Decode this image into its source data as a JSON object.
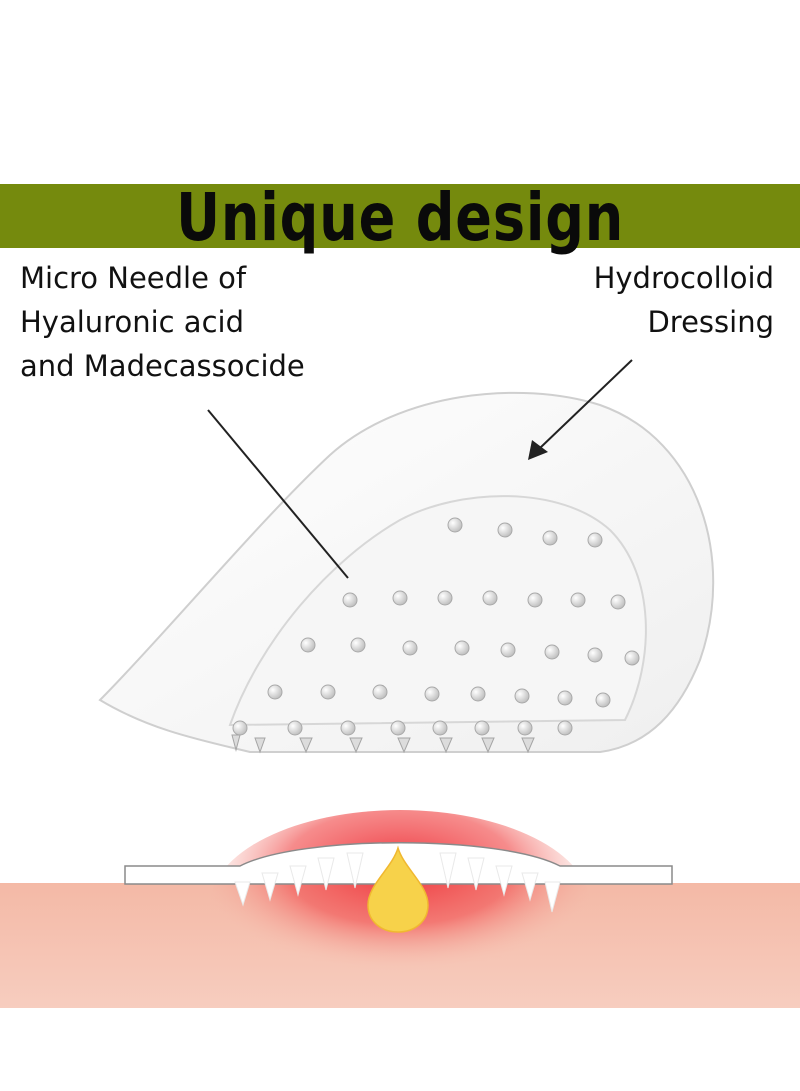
{
  "banner": {
    "title": "Unique design",
    "color": "#758a0d"
  },
  "labels": {
    "micro_needle": [
      "Micro Needle of",
      "Hyaluronic acid",
      "and Madecassocide"
    ],
    "hydrocolloid": [
      "Hydrocolloid",
      "Dressing"
    ]
  },
  "colors": {
    "skin": "#f6c4b4",
    "inflammation": "#ee2c35",
    "pus": "#f7d24a",
    "patch_edge": "#c9c9c9",
    "needle": "#d8d8d8"
  }
}
